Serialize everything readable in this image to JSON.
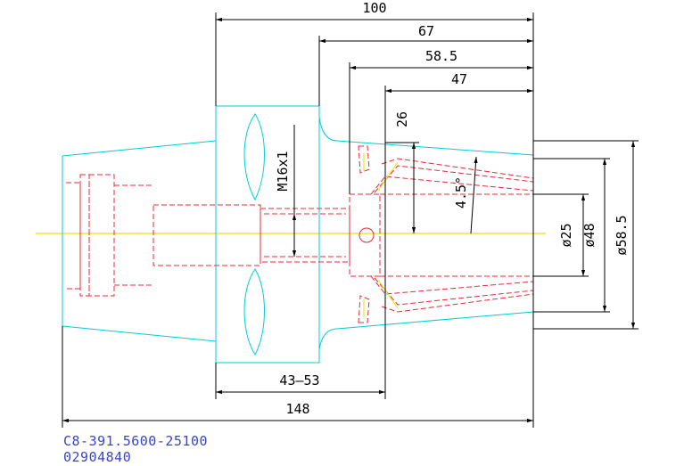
{
  "colors": {
    "outline": "#00cdd8",
    "hidden": "#e8283a",
    "centerline": "#e8e200",
    "dimension": "#000000",
    "caption": "#3a45c8"
  },
  "dimensions": {
    "d100": "100",
    "d67": "67",
    "d58_5": "58.5",
    "d47": "47",
    "d26": "26",
    "thread": "M16x1",
    "angle": "4.5°",
    "dia25": "ø25",
    "dia48": "ø48",
    "dia58_5": "ø58.5",
    "range": "43–53",
    "d148": "148"
  },
  "caption": {
    "part_number": "C8-391.5600-25100",
    "code": "02904840"
  }
}
